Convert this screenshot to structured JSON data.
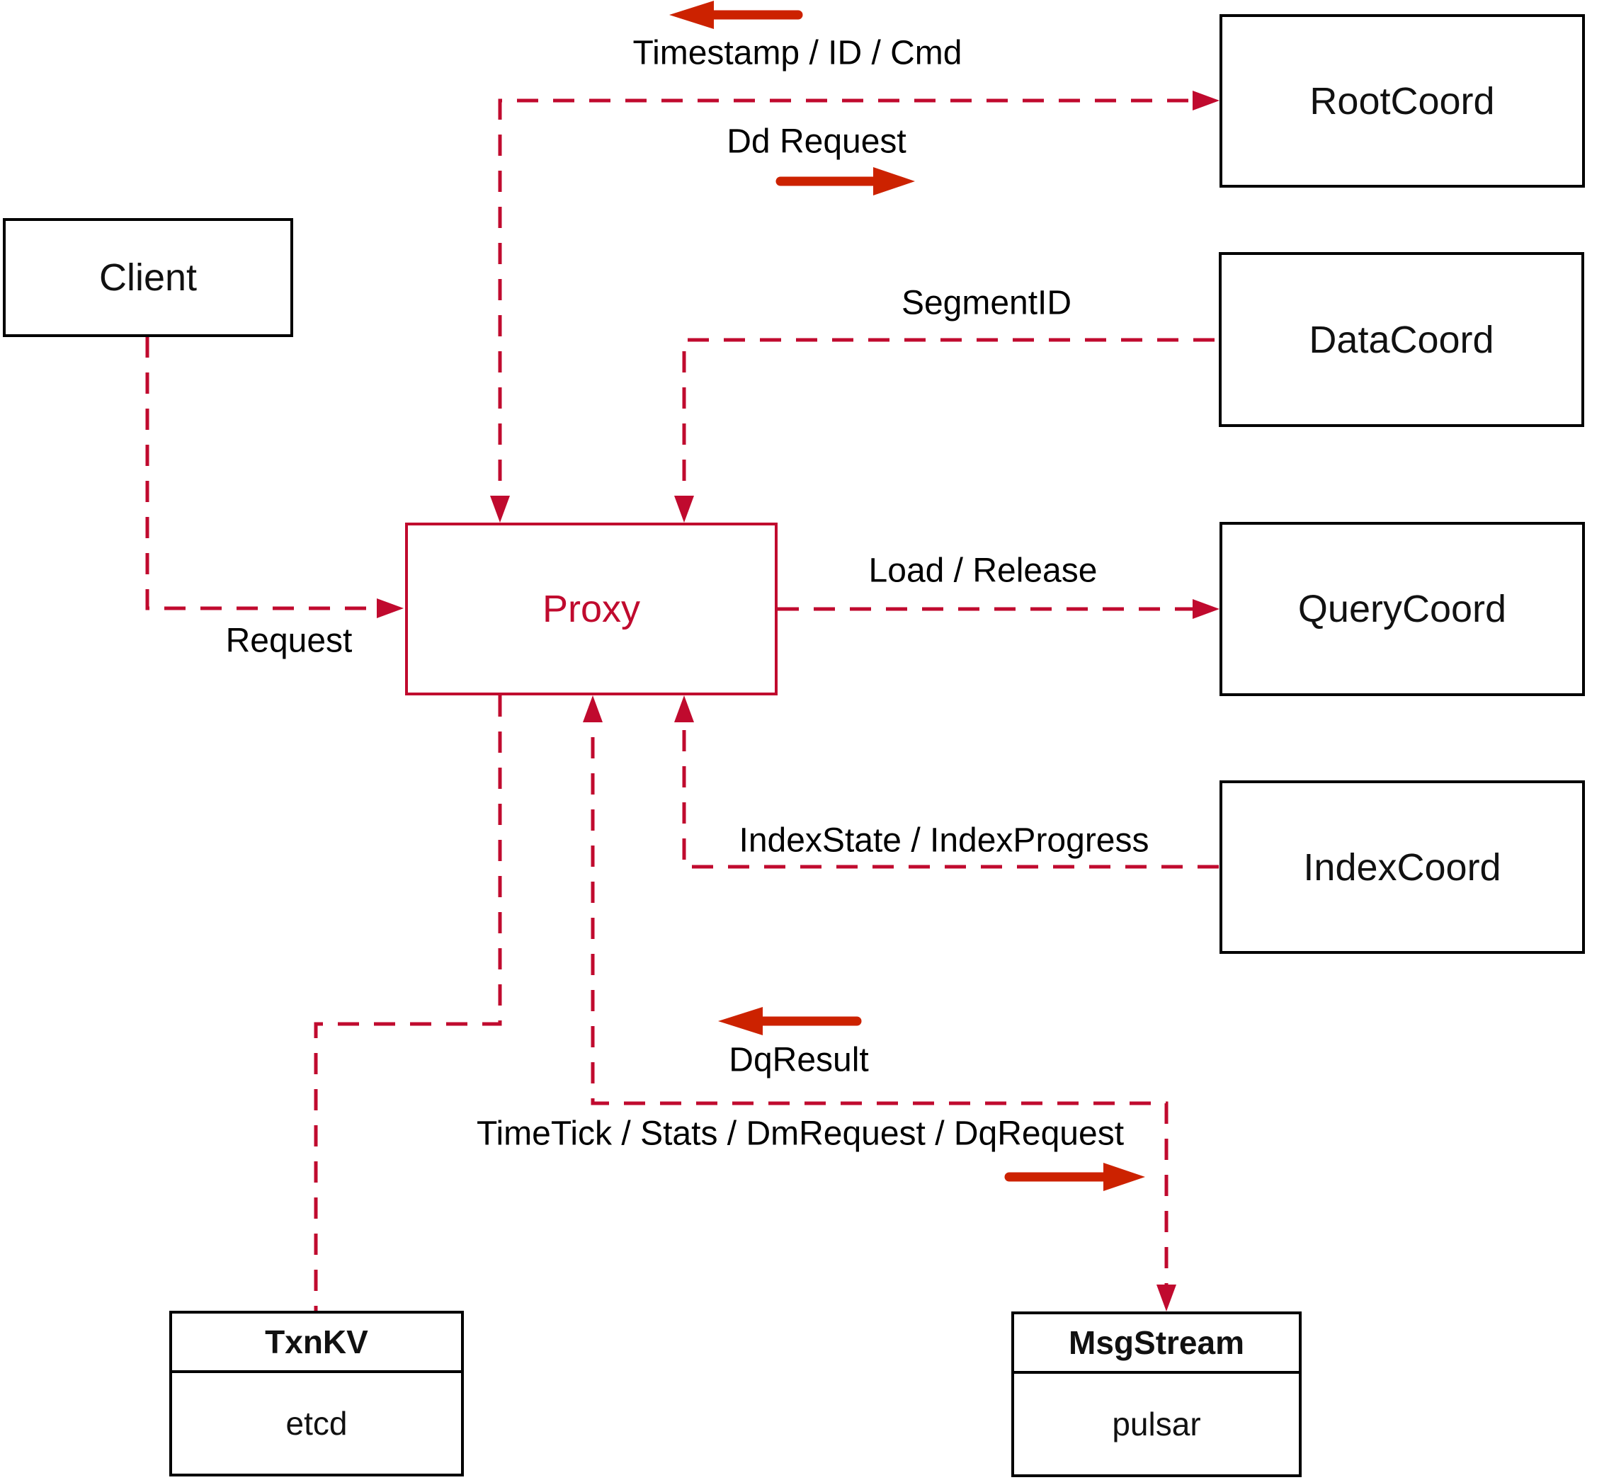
{
  "colors": {
    "crimson": "#c00a2e",
    "arrow_red": "#cc2200",
    "box_border": "#000000",
    "text": "#000000",
    "background": "#ffffff"
  },
  "nodes": {
    "client": {
      "label": "Client"
    },
    "root_coord": {
      "label": "RootCoord"
    },
    "data_coord": {
      "label": "DataCoord"
    },
    "query_coord": {
      "label": "QueryCoord"
    },
    "index_coord": {
      "label": "IndexCoord"
    },
    "proxy": {
      "label": "Proxy"
    },
    "txn_kv": {
      "title": "TxnKV",
      "impl": "etcd"
    },
    "msg_stream": {
      "title": "MsgStream",
      "impl": "pulsar"
    }
  },
  "edge_labels": {
    "timestamp_id_cmd": "Timestamp / ID / Cmd",
    "dd_request": "Dd Request",
    "segment_id": "SegmentID",
    "load_release": "Load / Release",
    "index_state_progress": "IndexState / IndexProgress",
    "request": "Request",
    "dq_result": "DqResult",
    "timetick_stats_dmrequest_dqrequest": "TimeTick / Stats / DmRequest / DqRequest"
  }
}
